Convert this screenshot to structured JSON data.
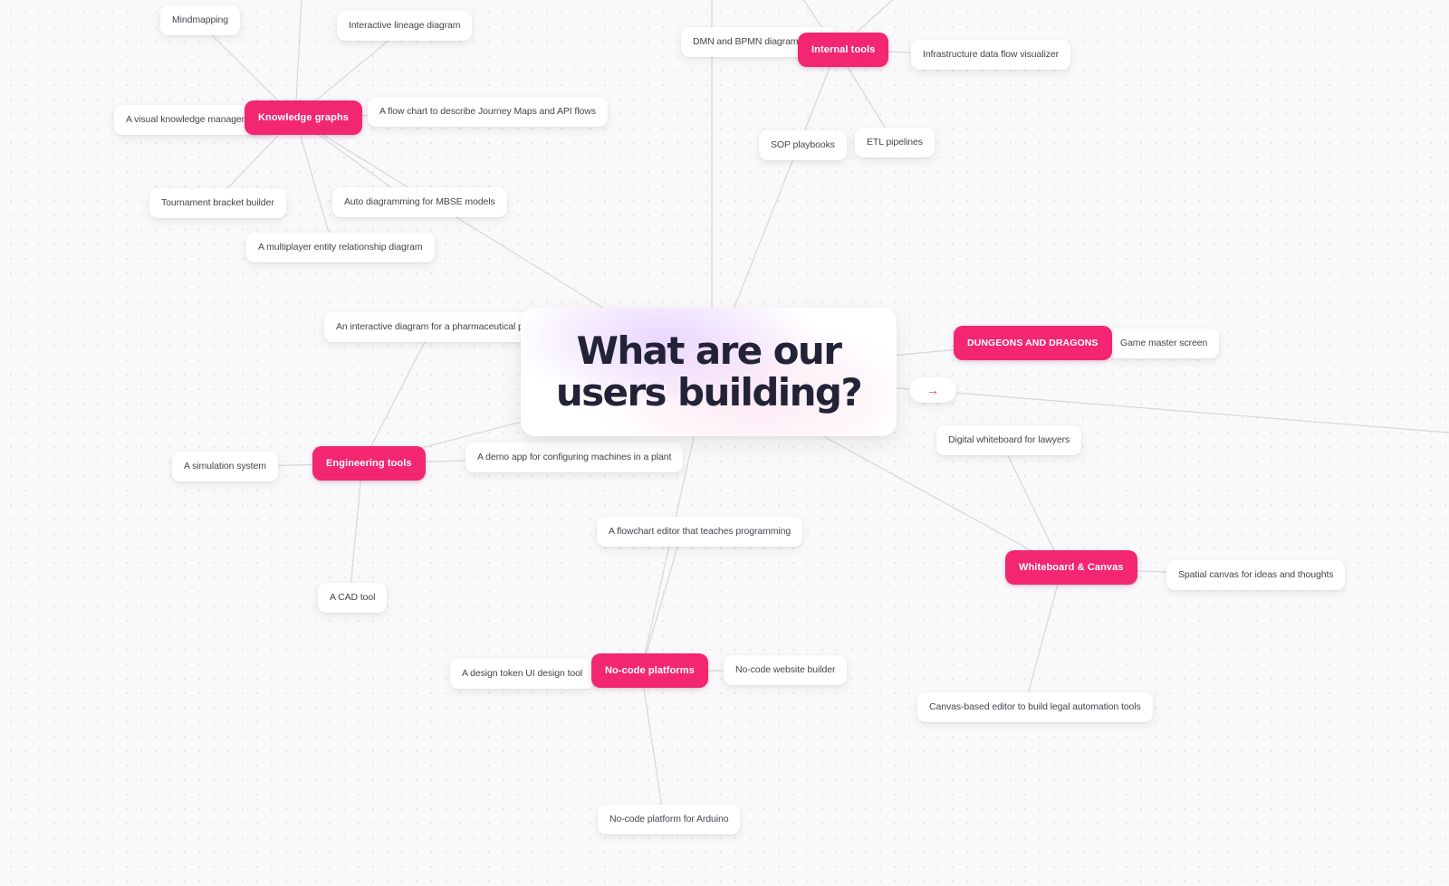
{
  "center": {
    "title_line1": "What are our",
    "title_line2": "users building?"
  },
  "arrow_node": {
    "glyph": "→"
  },
  "colors": {
    "category_bg": "#f22671",
    "connector": "#d7d7da",
    "title_color": "#232338",
    "card_bg": "#ffffff",
    "leaf_text": "#45454d",
    "canvas_bg": "#f9f9fa",
    "dot": "#e6e6ea"
  },
  "categories": [
    {
      "label": "Knowledge graphs"
    },
    {
      "label": "Internal tools"
    },
    {
      "label": "DUNGEONS AND DRAGONS"
    },
    {
      "label": "Engineering tools"
    },
    {
      "label": "Whiteboard & Canvas"
    },
    {
      "label": "No-code platforms"
    }
  ],
  "leaves": [
    {
      "label": "Mindmapping"
    },
    {
      "label": "Interactive lineage diagram"
    },
    {
      "label": "DMN and BPMN diagram editor"
    },
    {
      "label": "Infrastructure data flow visualizer"
    },
    {
      "label": "SOP playbooks"
    },
    {
      "label": "ETL pipelines"
    },
    {
      "label": "A visual knowledge management"
    },
    {
      "label": "A flow chart to describe Journey Maps and API flows"
    },
    {
      "label": "Tournament bracket builder"
    },
    {
      "label": "Auto diagramming for MBSE models"
    },
    {
      "label": "A multiplayer entity relationship diagram"
    },
    {
      "label": "An interactive diagram for a pharmaceutical project"
    },
    {
      "label": "Game master screen"
    },
    {
      "label": "Digital whiteboard for lawyers"
    },
    {
      "label": "A simulation system"
    },
    {
      "label": "A demo app for configuring machines in a plant"
    },
    {
      "label": "A flowchart editor that teaches programming"
    },
    {
      "label": "Spatial canvas for ideas and thoughts"
    },
    {
      "label": "A CAD tool"
    },
    {
      "label": "Canvas-based editor to build legal automation tools"
    },
    {
      "label": "A design token UI design tool"
    },
    {
      "label": "No-code website builder"
    },
    {
      "label": "No-code platform for Arduino"
    }
  ]
}
